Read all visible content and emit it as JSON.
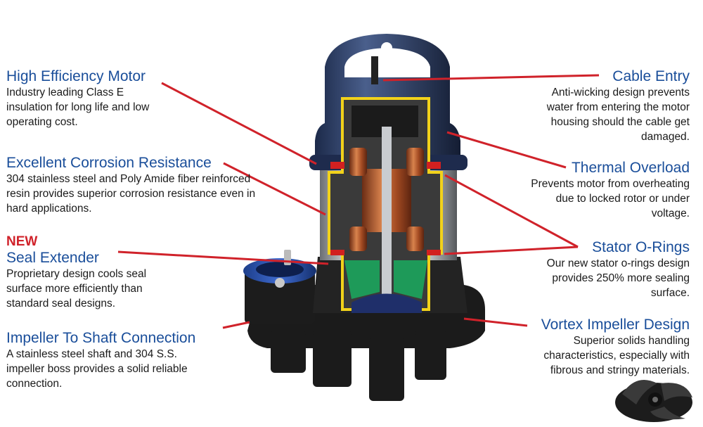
{
  "colors": {
    "title": "#1a4e9a",
    "new_badge": "#d0222a",
    "leader": "#d0222a",
    "text": "#1a1a1a"
  },
  "features": {
    "motor": {
      "title": "High Efficiency Motor",
      "desc": "Industry leading Class E insulation for long life and low operating cost."
    },
    "corrosion": {
      "title": "Excellent Corrosion Resistance",
      "desc": "304 stainless steel and Poly Amide fiber reinforced resin provides superior corrosion resistance even in hard applications."
    },
    "seal": {
      "badge": "NEW",
      "title": "Seal Extender",
      "desc": "Proprietary design cools seal surface more efficiently than standard seal designs."
    },
    "impeller_shaft": {
      "title": "Impeller To Shaft Connection",
      "desc": "A stainless steel shaft and 304 S.S. impeller boss provides a solid reliable connection."
    },
    "cable": {
      "title": "Cable Entry",
      "desc": "Anti-wicking design prevents water from entering the motor housing should the cable get damaged."
    },
    "thermal": {
      "title": "Thermal Overload",
      "desc": "Prevents motor from overheating due to locked rotor or under voltage."
    },
    "stator": {
      "title": "Stator O-Rings",
      "desc": "Our new stator o-rings design provides 250% more sealing surface."
    },
    "vortex": {
      "title": "Vortex Impeller Design",
      "desc": "Superior solids handling characteristics, especially with fibrous and stringy materials."
    }
  }
}
